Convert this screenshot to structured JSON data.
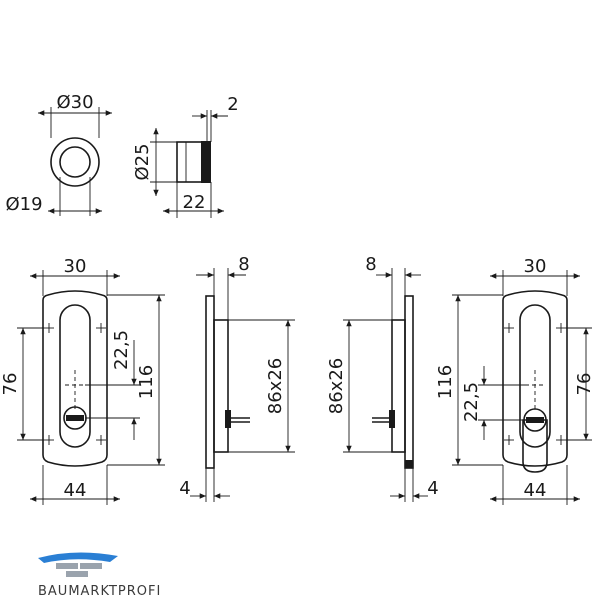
{
  "dimensions": {
    "top_rosette_outer_dia": "Ø30",
    "top_rosette_inner_dia": "Ø19",
    "top_cylinder_dia": "Ø25",
    "top_cylinder_length": "22",
    "top_flange": "2",
    "left_width_top": "30",
    "left_height_76": "76",
    "left_offset": "22,5",
    "left_height_116": "116",
    "left_width_bottom": "44",
    "left_side_depth": "8",
    "left_side_cutout": "86x26",
    "left_side_plate": "4",
    "right_side_depth": "8",
    "right_side_cutout": "86x26",
    "right_side_plate": "4",
    "right_height_116": "116",
    "right_offset": "22,5",
    "right_width_top": "30",
    "right_height_76": "76",
    "right_width_bottom": "44"
  },
  "brand": {
    "logo_text": "BAUMARKTPROFI",
    "accent": "#2a7fd4"
  }
}
